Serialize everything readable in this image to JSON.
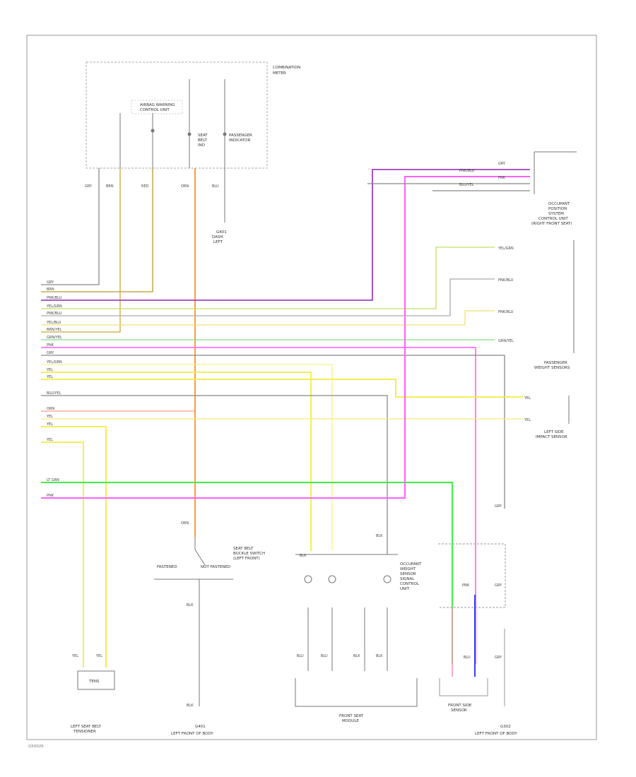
{
  "components": {
    "combination_meter": [
      "COMBINATION",
      "METER"
    ],
    "indicator_control": [
      "AIRBAG WARNING",
      "CONTROL UNIT"
    ],
    "seat_belt_indicator": [
      "SEAT",
      "BELT",
      "IND"
    ],
    "passenger_indicator": [
      "PASSENGER",
      "INDICATOR"
    ],
    "occupant_sensor": [
      "OCCUPANT",
      "POSITION",
      "SYSTEM",
      "CONTROL UNIT",
      "(RIGHT FRONT SEAT)"
    ],
    "passenger_seat_sensor": [
      "PASSENGER",
      "WEIGHT SENSORS"
    ],
    "left_side_sensor": [
      "LEFT SIDE",
      "IMPACT SENSOR"
    ],
    "seat_belt_buckle_switch": [
      "SEAT BELT",
      "BUCKLE SWITCH",
      "(LEFT FRONT)"
    ],
    "fastened_label": "FASTENED",
    "not_fastened_label": "NOT FASTENED",
    "passenger_sensor_switches": [
      "OCCUPANT",
      "WEIGHT",
      "SENSOR",
      "SIGNAL",
      "CONTROL",
      "UNIT"
    ],
    "front_seat_module": [
      "FRONT SEAT",
      "MODULE"
    ],
    "front_side_sensor": [
      "FRONT SIDE",
      "SENSOR"
    ],
    "tensioner": [
      "LEFT SEAT BELT",
      "TENSIONER"
    ],
    "tensioner_box": "TENS",
    "ground_left": [
      "G401",
      "LEFT FRONT OF BODY"
    ],
    "ground_right": [
      "G302",
      "LEFT FRONT OF BODY"
    ],
    "ground_top": [
      "G401",
      "DASH",
      "LEFT"
    ]
  },
  "wire_labels": {
    "top_pins": [
      "GRY",
      "BRN",
      "RED",
      "ORN",
      "BLU"
    ],
    "left_rows": [
      "GRY",
      "BRN",
      "PNK/BLU",
      "YEL/GRN",
      "PNK/BLU",
      "YEL/BLU",
      "BRN/YEL",
      "GRN/YEL",
      "PNK",
      "GRY",
      "YEL/GRN",
      "YEL",
      "YEL",
      "BLU/YEL",
      "ORN",
      "YEL",
      "YEL",
      "YEL",
      "LT GRN",
      "PNK"
    ],
    "right_rows": [
      "GRY",
      "PNK/BLU",
      "PNK",
      "BLU/YEL",
      "YEL/GRN",
      "PNK/BLU",
      "PNK/BLU",
      "GRN/YEL",
      "YEL",
      "YEL"
    ],
    "bottom": [
      "ORN",
      "BLK",
      "BLK",
      "YEL",
      "YEL",
      "BLU",
      "BLU",
      "BLK",
      "BLK",
      "GRY",
      "GRY",
      "PNK",
      "BLU",
      "GRY",
      "BLK",
      "BLK"
    ]
  },
  "footer_code": "G50026"
}
